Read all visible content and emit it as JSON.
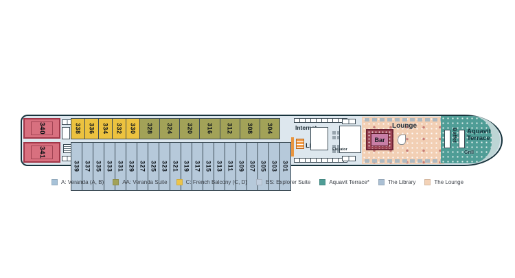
{
  "deck_plan": {
    "explorer_suites": [
      "340",
      "341"
    ],
    "french_balcony_cabins": [
      "338",
      "336",
      "334",
      "332",
      "330"
    ],
    "veranda_suite_cabins": [
      "328",
      "324",
      "320",
      "316",
      "312",
      "308",
      "304"
    ],
    "veranda_cabins": [
      "339",
      "337",
      "335",
      "333",
      "331",
      "329",
      "327",
      "325",
      "323",
      "321",
      "319",
      "317",
      "315",
      "313",
      "311",
      "309",
      "307",
      "305",
      "303",
      "301"
    ],
    "labels": {
      "internet": "Internet",
      "library": "Library",
      "elevator": "Elevator",
      "lounge": "Lounge",
      "bar": "Bar",
      "buffet": "Buffet",
      "aquavit_terrace": "Aquavit Terrace",
      "grill": "Grill"
    }
  },
  "legend": {
    "items": [
      {
        "label": "A: Veranda (A, B)",
        "color": "#a7c2d8"
      },
      {
        "label": "AA: Veranda Suite",
        "color": "#a2a258"
      },
      {
        "label": "C: French Balcony (C, D)",
        "color": "#ecc44a"
      },
      {
        "label": "ES: Explorer Suite",
        "color": "#c2cfdf"
      },
      {
        "label": "Aquavit Terrace*",
        "color": "#4f9d96"
      },
      {
        "label": "The Library",
        "color": "#abc0d4"
      },
      {
        "label": "The Lounge",
        "color": "#f3d2b7"
      }
    ]
  },
  "colors": {
    "hull_outline": "#17333c",
    "deck_base": "#dde7ee",
    "cabin_a": "#b6c9da",
    "cabin_aa": "#a2a258",
    "cabin_c": "#ecc23f",
    "cabin_es": "#d8707f",
    "lounge": "#f2cfb4",
    "aquavit": "#4f9d96",
    "bar_fill": "#c87ea6",
    "library_accent": "#e8953f"
  }
}
